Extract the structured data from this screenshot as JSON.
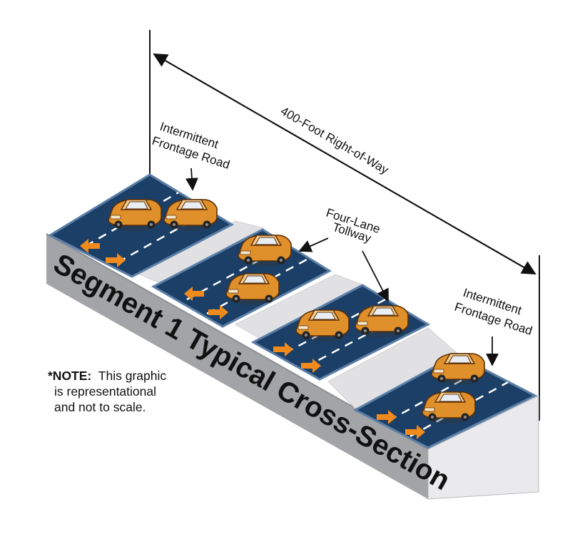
{
  "title": "Segment 1 Typical Cross-Section",
  "right_of_way_label": "400-Foot Right-of-Way",
  "labels": {
    "frontage_left": [
      "Intermittent",
      "Frontage Road"
    ],
    "tollway": [
      "Four-Lane",
      "Tollway"
    ],
    "frontage_right": [
      "Intermittent",
      "Frontage Road"
    ]
  },
  "note": {
    "prefix": "*NOTE:",
    "line1": "This graphic",
    "line2": "is representational",
    "line3": "and not to scale."
  },
  "colors": {
    "road": "#1b3f66",
    "road_edge": "#5c7fa8",
    "lane_marking": "#ffffff",
    "arrow": "#f08a1c",
    "car_body": "#e0902a",
    "car_dark": "#8a4a10",
    "median": "#e1e1e3",
    "side_face": "#a3a4a7",
    "right_face": "#eaeaec"
  }
}
